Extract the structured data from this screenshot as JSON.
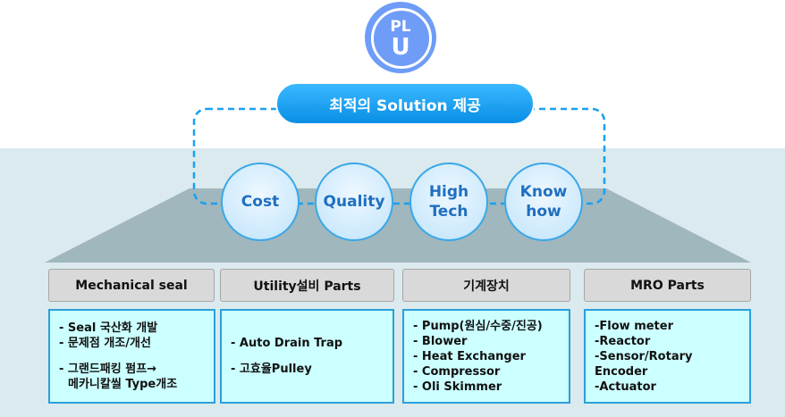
{
  "logo": {
    "line1": "PL",
    "line2": "U"
  },
  "banner": "최적의 Solution 제공",
  "pillars": [
    "Cost",
    "Quality",
    "High Tech",
    "Know how"
  ],
  "colors": {
    "accent": "#0a8fe6",
    "circle_text": "#1f6fc0",
    "box_fill": "#ccffff",
    "box_border": "#2aa0dc"
  },
  "categories": [
    {
      "title": "Mechanical seal",
      "items": [
        "- Seal 국산화 개발",
        "- 문제점 개조/개선",
        "- 그랜드패킹 펌프→",
        "  메카니칼씰 Type개조"
      ]
    },
    {
      "title": "Utility설비  Parts",
      "items": [
        "- Auto Drain Trap",
        "- 고효율Pulley"
      ]
    },
    {
      "title": "기계장치",
      "items": [
        "- Pump(원심/수중/진공)",
        "- Blower",
        "- Heat Exchanger",
        "- Compressor",
        "- Oli Skimmer"
      ]
    },
    {
      "title": "MRO  Parts",
      "items": [
        "-Flow meter",
        "-Reactor",
        "-Sensor/Rotary Encoder",
        "-Actuator"
      ]
    }
  ]
}
